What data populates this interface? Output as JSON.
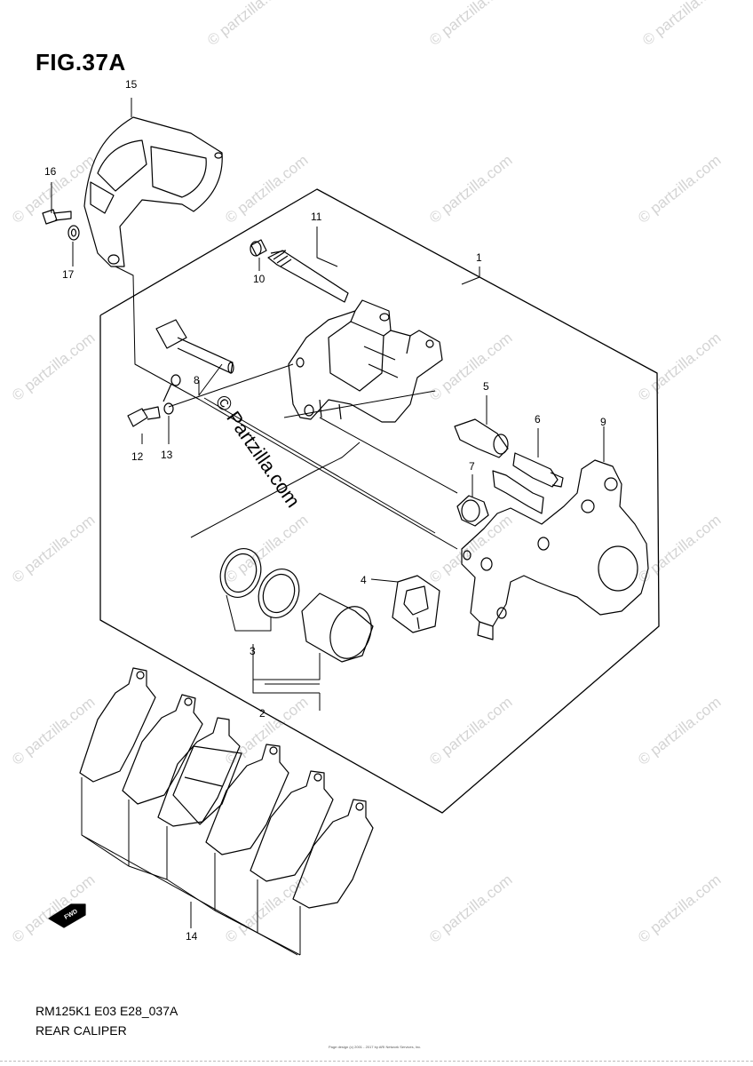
{
  "figure": {
    "title": "FIG.37A"
  },
  "footer": {
    "code": "RM125K1 E03 E28_037A",
    "name": "REAR CALIPER",
    "copyright": "Page design (c) 2001 - 2017 by ARI Network Services, Inc."
  },
  "watermark": {
    "text": "© partzilla.com",
    "strong_text": "© Partzilla.com"
  },
  "fwd_label": "FWD",
  "callouts": [
    "1",
    "2",
    "3",
    "4",
    "5",
    "6",
    "7",
    "8",
    "9",
    "10",
    "11",
    "12",
    "13",
    "14",
    "15",
    "16",
    "17"
  ]
}
